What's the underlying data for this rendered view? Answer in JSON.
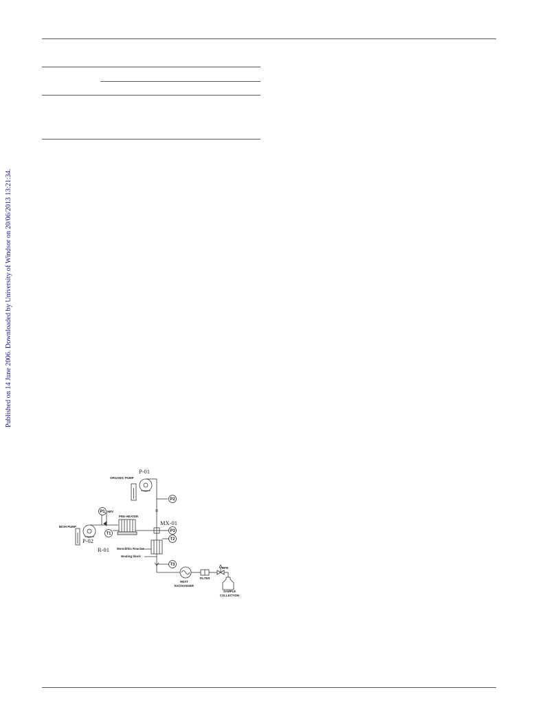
{
  "sidebar": {
    "published_note": "Published on 14 June 2006. Downloaded by University of Windsor on 20/06/2013 13:21:34."
  },
  "figure": {
    "pump_organic_id": "P-01",
    "pump_organic_label": "ORGANIC PUMP",
    "pump_bioh_id": "P-02",
    "pump_bioh_label": "BIOH PUMP",
    "preheater_label": "PRE-HEATER",
    "mixer_id": "MX-01",
    "reactor_id": "R-01",
    "reactor_label": "Monolithic Reactor",
    "heating_block_label": "Heating block",
    "heat_exchanger_label_1": "HEAT",
    "heat_exchanger_label_2": "EXCHANGER",
    "filter_label": "FILTER",
    "bpr_label": "BPR",
    "sample_label_1": "SAMPLE",
    "sample_label_2": "COLLECTION",
    "nrv_label": "NRV",
    "gauges": {
      "p1": "P1",
      "p2": "P2",
      "p3": "P3",
      "t1": "T1",
      "t2": "T2",
      "t3": "T3"
    }
  }
}
